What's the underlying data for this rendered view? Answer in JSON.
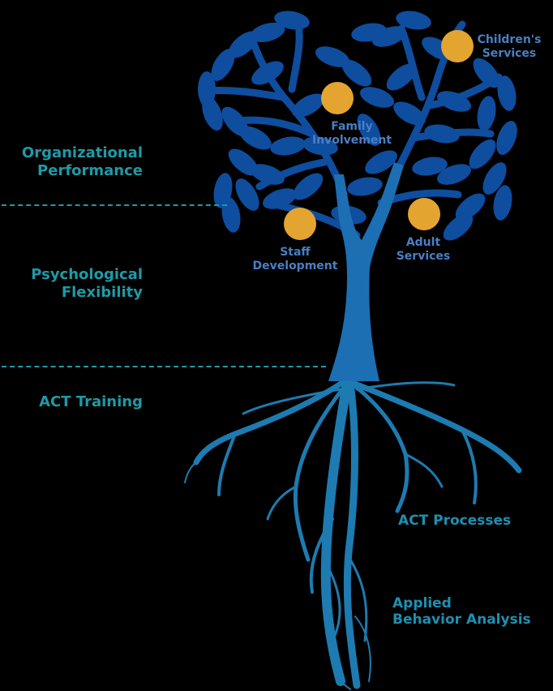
{
  "colors": {
    "background": "#000000",
    "crown_blue": "#0f4d9e",
    "trunk_blue": "#1c6fb3",
    "root_blue": "#1d7bb1",
    "teal_text": "#1f9aa6",
    "fruit_text": "#4a7fc3",
    "fruit_orange": "#e4a530",
    "root_label": "#1f8fb0"
  },
  "levels": [
    {
      "line1": "Organizational",
      "line2": "Performance"
    },
    {
      "line1": "Psychological",
      "line2": "Flexibility"
    },
    {
      "line1": "ACT Training"
    }
  ],
  "fruits": [
    {
      "line1": "Children's",
      "line2": "Services"
    },
    {
      "line1": "Family",
      "line2": "Involvement"
    },
    {
      "line1": "Staff",
      "line2": "Development"
    },
    {
      "line1": "Adult",
      "line2": "Services"
    }
  ],
  "roots": [
    {
      "line1": "ACT Processes"
    },
    {
      "line1": "Applied",
      "line2": "Behavior Analysis"
    }
  ]
}
